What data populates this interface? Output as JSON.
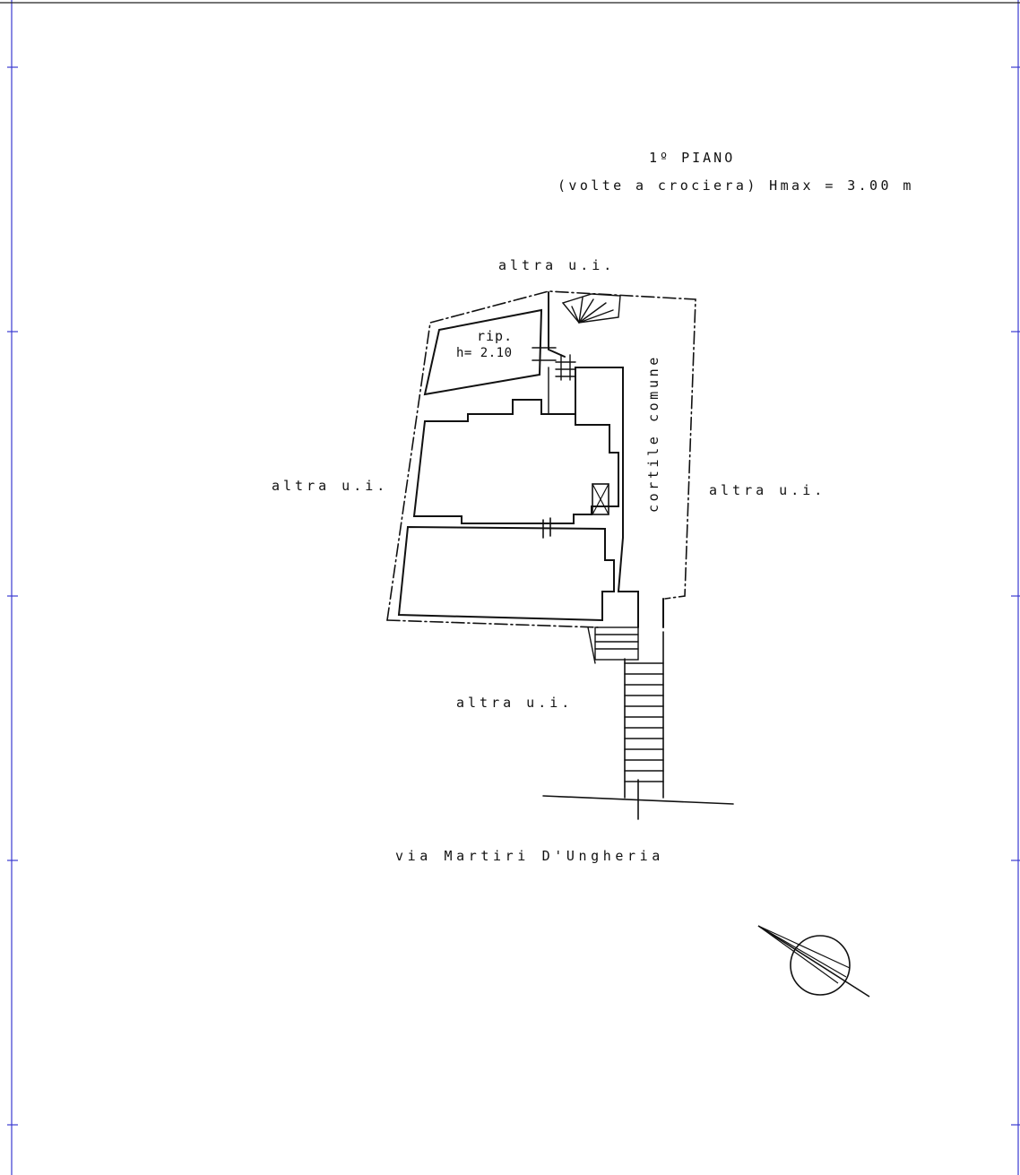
{
  "plan": {
    "floor_title": "1º PIANO",
    "vault_note": "(volte a crociera) Hmax = 3.00 m",
    "neighbor_top": "altra u.i.",
    "neighbor_left": "altra u.i.",
    "neighbor_right": "altra u.i.",
    "neighbor_bottom": "altra u.i.",
    "storage_label": "rip.",
    "storage_height": "h= 2.10",
    "courtyard_label": "cortile comune",
    "street_name": "via Martiri D'Ungheria"
  },
  "colors": {
    "ink": "#111111",
    "frame": "#3a3ad0"
  },
  "icons": {
    "north_arrow": "compass-rose-icon"
  }
}
